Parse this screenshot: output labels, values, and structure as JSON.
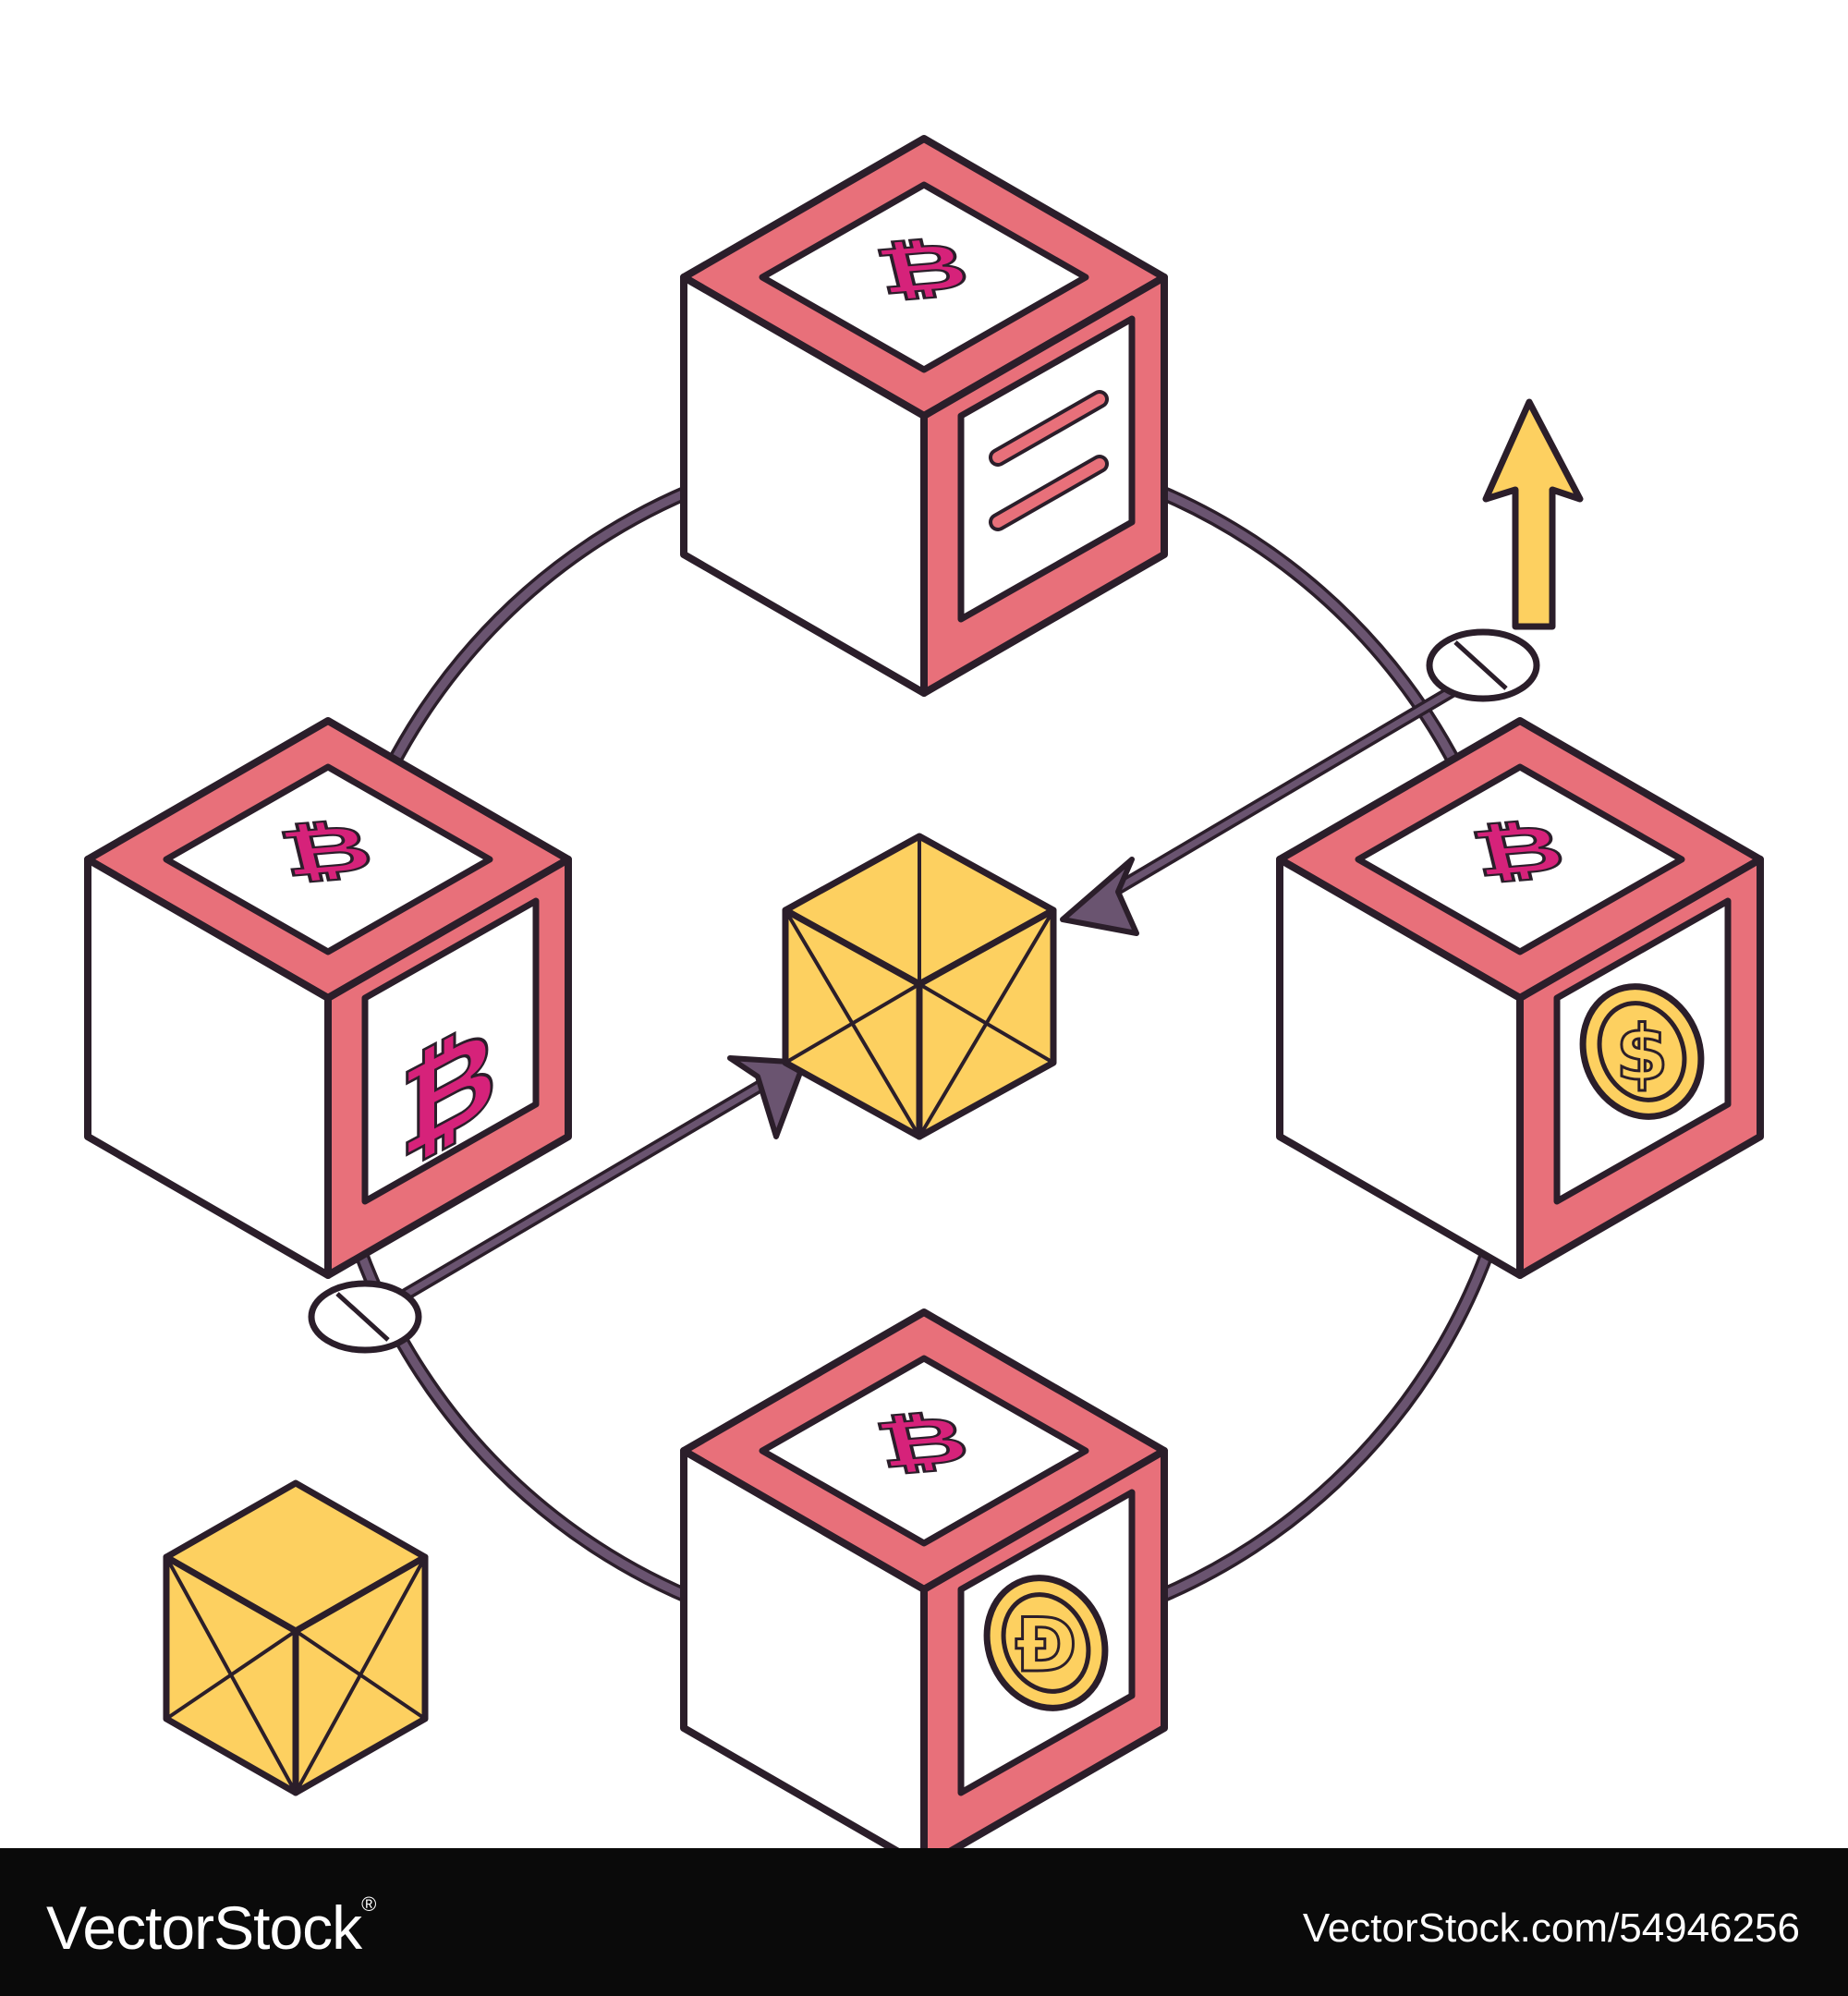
{
  "watermark": {
    "brand": "VectorStock",
    "url": "VectorStock.com/54946256",
    "registered_mark": "®"
  },
  "colors": {
    "outline": "#2b1e2a",
    "block_red": "#e8707a",
    "block_white": "#ffffff",
    "gold": "#fdd060",
    "ring": "#6a5470",
    "symbol_pink": "#d6227a",
    "footer_bg": "#0a0a0a"
  },
  "blocks": [
    {
      "id": "top",
      "top_icon": "bitcoin-icon",
      "side_icon": "equals-icon"
    },
    {
      "id": "left",
      "top_icon": "bitcoin-icon",
      "side_icon": "bitcoin-icon"
    },
    {
      "id": "right",
      "top_icon": "bitcoin-icon",
      "side_icon": "dollar-coin-icon"
    },
    {
      "id": "bottom",
      "top_icon": "bitcoin-icon",
      "side_icon": "dogecoin-icon"
    }
  ],
  "icons": [
    "arrow-up-icon",
    "arrow-in-icon",
    "gold-cube-icon"
  ]
}
